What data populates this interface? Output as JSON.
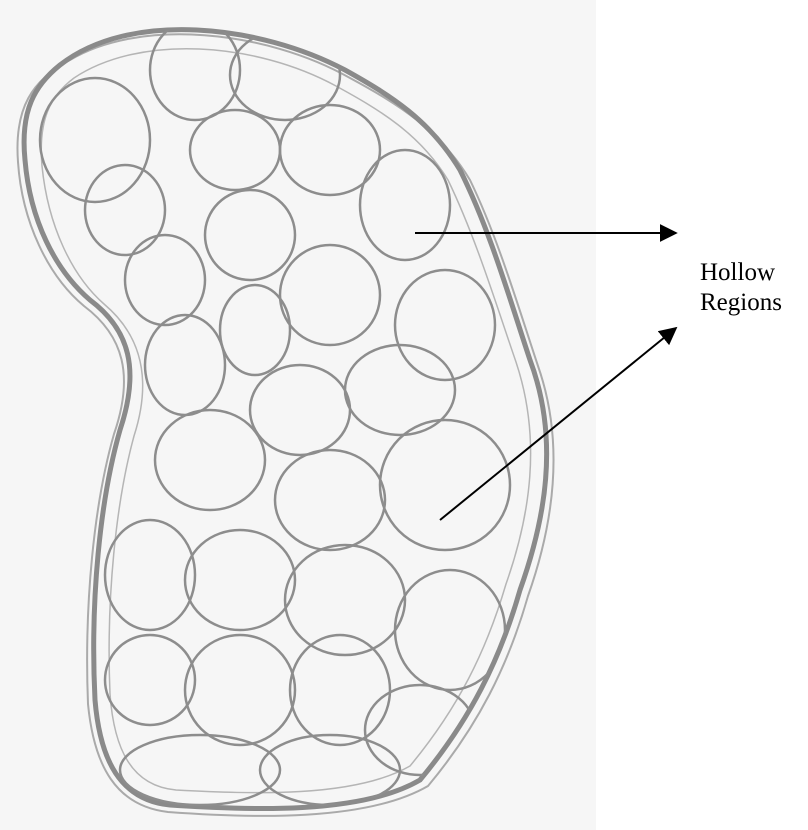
{
  "annotation": {
    "label_lines": [
      "Hollow",
      "Regions"
    ],
    "arrow_count": 2
  },
  "colors": {
    "background": "#ffffff",
    "paper": "#f6f6f6",
    "pencil": "#8a8a8a",
    "arrow": "#000000"
  }
}
